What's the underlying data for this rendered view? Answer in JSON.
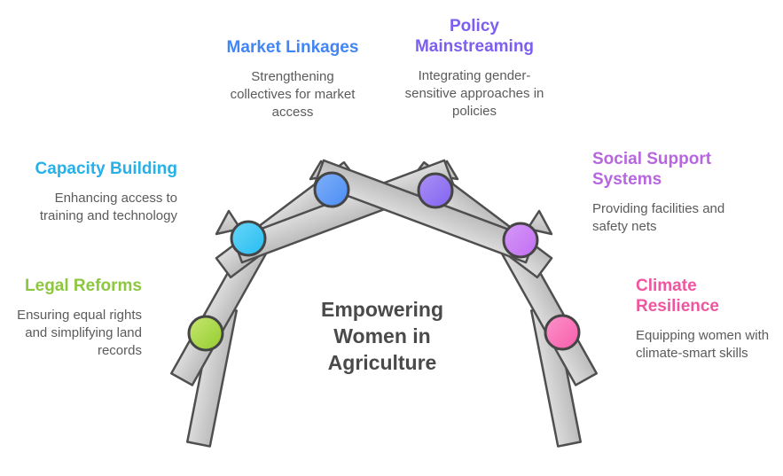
{
  "title": "Empowering Women in Agriculture",
  "topics": [
    {
      "id": "legal-reforms",
      "name": "Legal Reforms",
      "description": "Ensuring equal rights and simplifying land records",
      "color": "#8dc63f",
      "circle_light": "#c6e770",
      "circle_dark": "#94cc2f"
    },
    {
      "id": "capacity-building",
      "name": "Capacity Building",
      "description": "Enhancing access to training and technology",
      "color": "#26b1e8",
      "circle_light": "#67d6f8",
      "circle_dark": "#27bcf1"
    },
    {
      "id": "market-linkages",
      "name": "Market Linkages",
      "description": "Strengthening collectives for market access",
      "color": "#4285f4",
      "circle_light": "#7fb0f8",
      "circle_dark": "#4a8cf5"
    },
    {
      "id": "policy-mainstreaming",
      "name": "Policy Mainstreaming",
      "description": "Integrating gender-sensitive approaches in policies",
      "color": "#7c5ff0",
      "circle_light": "#ab90f5",
      "circle_dark": "#8163f0"
    },
    {
      "id": "social-support-systems",
      "name": "Social Support Systems",
      "description": "Providing facilities and safety nets",
      "color": "#b766e0",
      "circle_light": "#d598f7",
      "circle_dark": "#c26ef2"
    },
    {
      "id": "climate-resilience",
      "name": "Climate Resilience",
      "description": "Equipping women with climate-smart skills",
      "color": "#f0569f",
      "circle_light": "#fc93c9",
      "circle_dark": "#f75cac"
    }
  ]
}
